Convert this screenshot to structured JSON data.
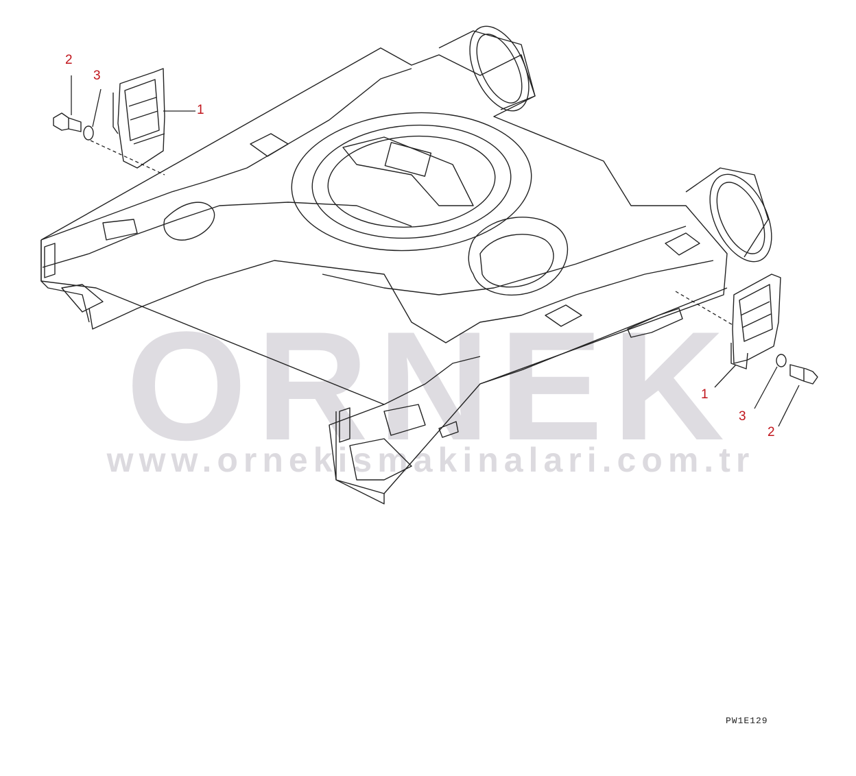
{
  "diagram": {
    "callouts": [
      {
        "id": "left-1",
        "text": "1"
      },
      {
        "id": "left-2",
        "text": "2"
      },
      {
        "id": "left-3",
        "text": "3"
      },
      {
        "id": "right-1",
        "text": "1"
      },
      {
        "id": "right-2",
        "text": "2"
      },
      {
        "id": "right-3",
        "text": "3"
      }
    ],
    "drawing_code": "PW1E129",
    "callout_color": "#c0141b",
    "line_color": "#222222"
  },
  "watermark": {
    "brand": "ORNEK",
    "url": "www.ornekismakinalari.com.tr",
    "color": "#d9d7dc"
  }
}
